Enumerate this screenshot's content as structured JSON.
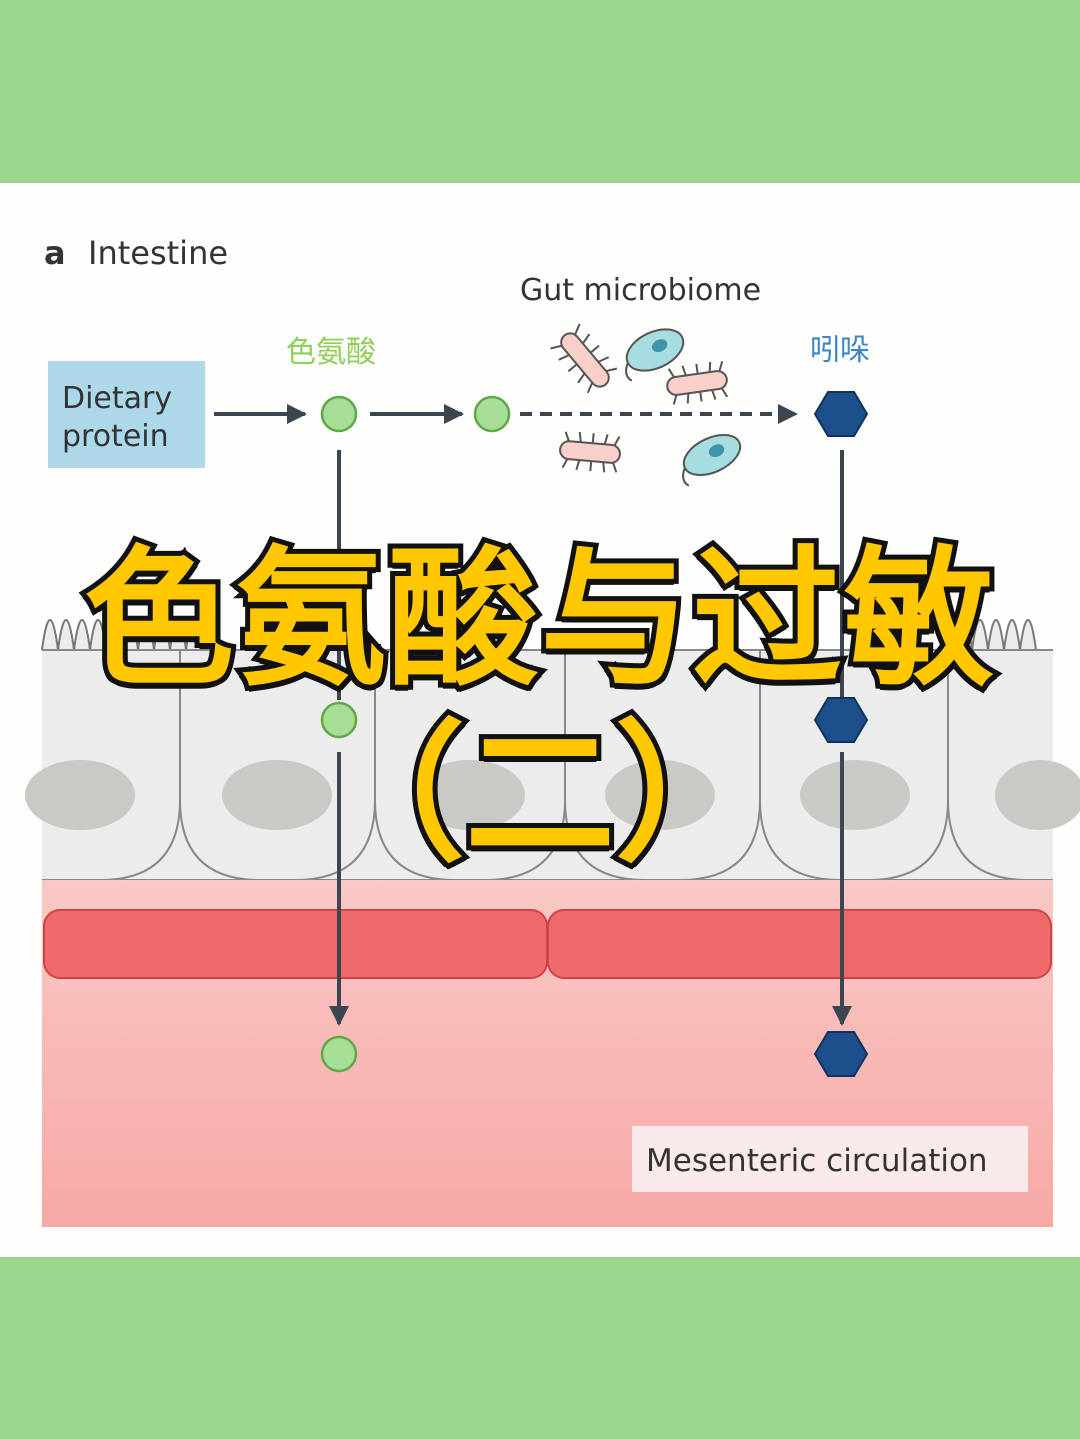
{
  "panel_label": "a",
  "panel_title": "Intestine",
  "source_label": "Dietary\nprotein",
  "source_label_line1": "Dietary",
  "source_label_line2": "protein",
  "tryptophan_label": "色氨酸",
  "microbiome_label": "Gut microbiome",
  "indole_label": "吲哚",
  "circulation_label": "Mesenteric circulation",
  "title_line1": "色氨酸与过敏",
  "title_line2": "（二）",
  "colors": {
    "band_green": "#9ad68c",
    "tryptophan_green": "#8fcf7a",
    "indole_blue": "#1d4f8c",
    "blood_red": "#ef6b6b",
    "circulation_pink": "#f7b1ac",
    "title_yellow": "#ffc800",
    "source_box_blue": "#acd8ea"
  },
  "icons": [
    "bacterium-rod-icon",
    "protozoan-icon",
    "tryptophan-circle-icon",
    "indole-hexagon-icon",
    "arrow-icon"
  ]
}
